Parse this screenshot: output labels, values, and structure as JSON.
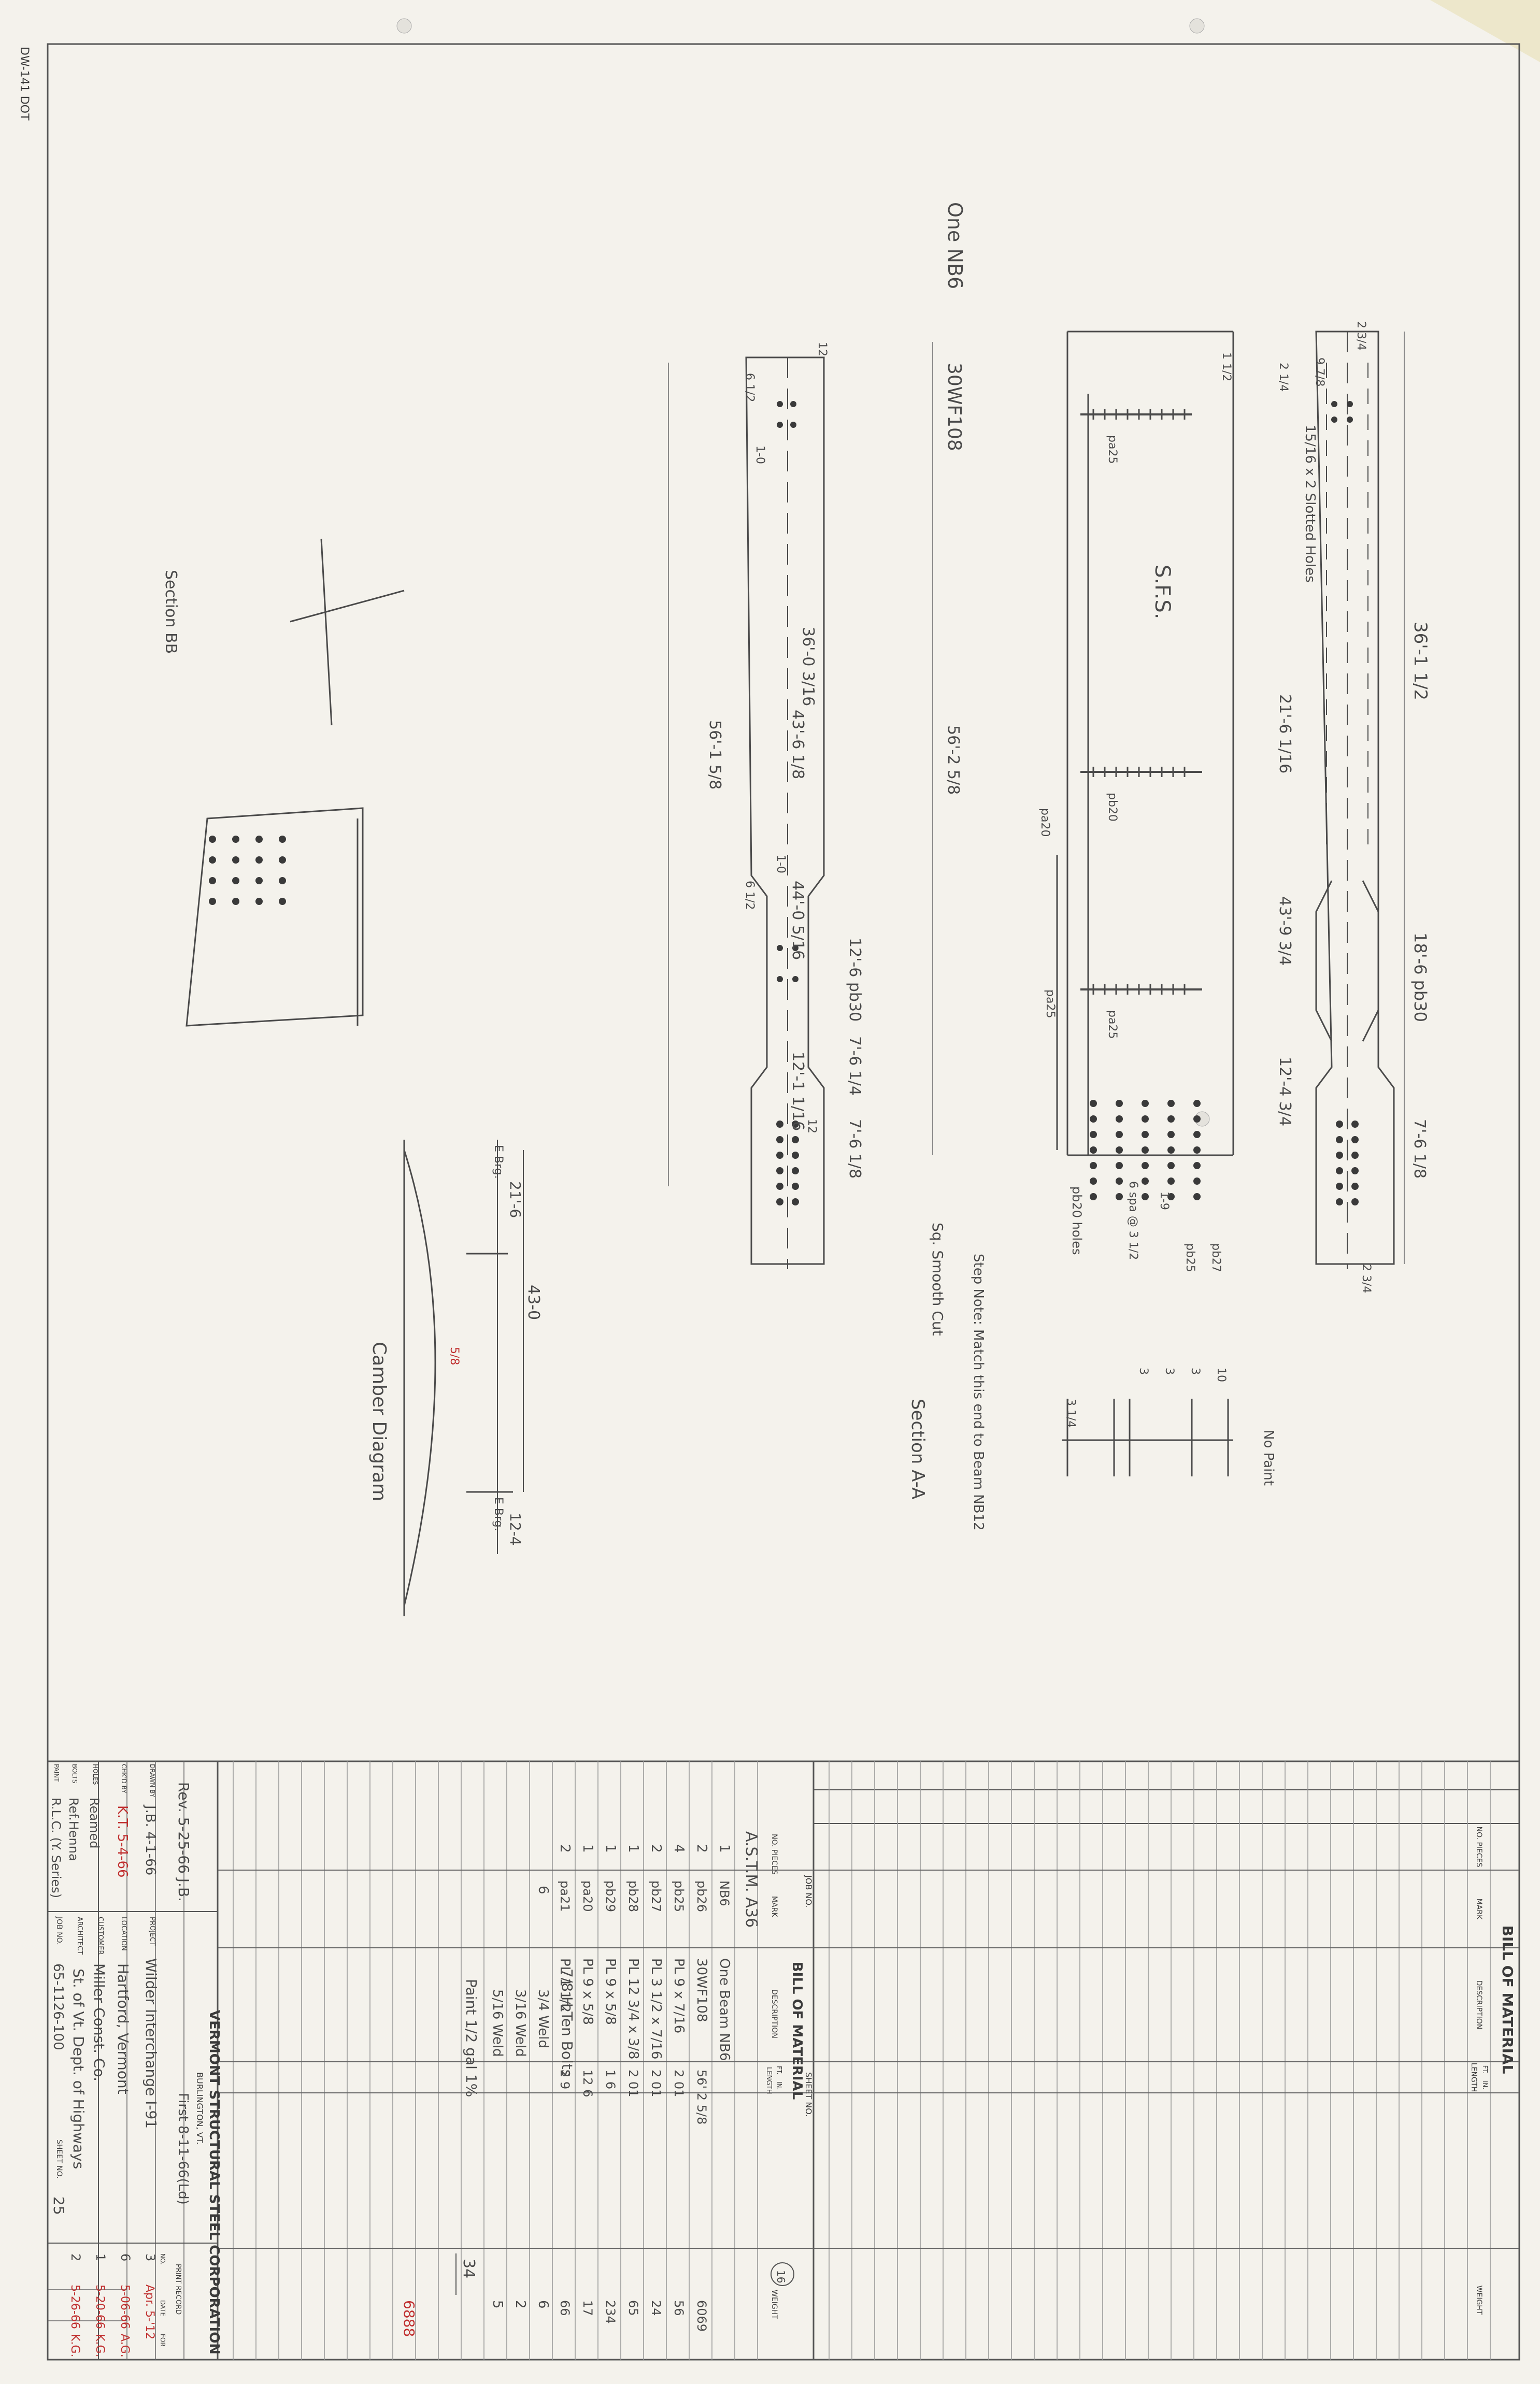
{
  "sheet": {
    "margin_stamp": "DW-141 DOT"
  },
  "title_block": {
    "company": "VERMONT STRUCTURAL STEEL CORPORATION",
    "city": "BURLINGTON, VT.",
    "revision_note": "Rev. 5-25-66 J.B.",
    "first_note": "First 8-11-66(Ld)",
    "print_record": "PRINT RECORD",
    "no_label": "NO.",
    "date_label": "DATE",
    "for_label": "FOR",
    "row_drawn": {
      "label": "DRAWN BY",
      "value": "J.B. 4-1-66"
    },
    "row_checked": {
      "label": "CHK'D BY",
      "value": "K.T. 5-4-66"
    },
    "row_holes": {
      "label": "HOLES",
      "value": "Reamed"
    },
    "row_bolts": {
      "label": "BOLTS",
      "value": "Ref.Henna"
    },
    "row_paint": {
      "label": "PAINT",
      "value": "R.L.C. (Y. Series)"
    },
    "project": {
      "label": "PROJECT",
      "value": "Wilder Interchange I-91"
    },
    "location": {
      "label": "LOCATION",
      "value": "Hartford, Vermont"
    },
    "customer": {
      "label": "CUSTOMER",
      "value": "Miller Const. Co."
    },
    "architect": {
      "label": "ARCHITECT",
      "value": "St. of Vt. Dept. of Highways"
    },
    "job_no": {
      "label": "JOB NO.",
      "value": "65-1126-100"
    },
    "sheet_no": {
      "label": "SHEET NO.",
      "value": "25"
    },
    "prints": [
      {
        "no": "3",
        "date": "Apr. 5-'12",
        "for": ""
      },
      {
        "no": "6",
        "date": "5-06-66",
        "for": "A.G."
      },
      {
        "no": "1",
        "date": "5-20-66",
        "for": "K.G."
      },
      {
        "no": "2",
        "date": "5-26-66",
        "for": "K.G."
      }
    ]
  },
  "bom_left": {
    "title": "BILL OF MATERIAL",
    "job_no_label": "JOB NO.",
    "sheet_no_label": "SHEET NO.",
    "sheet_circle": "16",
    "spec": "A.S.T.M. A36",
    "headers": {
      "no_pieces": "NO. PIECES",
      "mark": "MARK",
      "description": "DESCRIPTION",
      "length": "LENGTH",
      "ft": "FT.",
      "in": "IN.",
      "weight": "WEIGHT"
    },
    "rows": [
      {
        "pcs": "1",
        "mark": "NB6",
        "desc": "One Beam NB6",
        "len": "",
        "weight": ""
      },
      {
        "pcs": "2",
        "mark": "pb26",
        "desc": "30WF108",
        "len": "56' 2 5/8",
        "weight": "6069"
      },
      {
        "pcs": "4",
        "mark": "pb25",
        "desc": "PL 9 x 7/16",
        "len": "2 01",
        "weight": "56"
      },
      {
        "pcs": "2",
        "mark": "pb27",
        "desc": "PL 3 1/2 x 7/16",
        "len": "2 01",
        "weight": "24"
      },
      {
        "pcs": "1",
        "mark": "pb28",
        "desc": "PL 12 3/4 x 3/8",
        "len": "2 01",
        "weight": "65"
      },
      {
        "pcs": "1",
        "mark": "pb29",
        "desc": "PL 9 x 5/8",
        "len": "1 6",
        "weight": "234"
      },
      {
        "pcs": "1",
        "mark": "pa20",
        "desc": "PL 9 x 5/8",
        "len": "12 6",
        "weight": "17"
      },
      {
        "pcs": "2",
        "mark": "pa21",
        "desc": "PL 1 1/2",
        "len": "2 9",
        "weight": "66"
      }
    ],
    "bolt_note": "7/8 H.Ten Bolts",
    "bolt_lines": [
      {
        "qty": "6",
        "desc": "3/4 Weld",
        "weight": "6"
      },
      {
        "qty": "",
        "desc": "3/16 Weld",
        "weight": "2"
      },
      {
        "qty": "",
        "desc": "5/16 Weld",
        "weight": "5"
      }
    ],
    "paint_note": "Paint 1/2 gal 1%",
    "subtotal": "34",
    "total": "6888"
  },
  "bom_right": {
    "title": "BILL OF MATERIAL",
    "headers": {
      "no_pieces": "NO. PIECES",
      "mark": "MARK",
      "description": "DESCRIPTION",
      "length": "LENGTH",
      "ft": "FT.",
      "in": "IN.",
      "weight": "WEIGHT"
    }
  },
  "drawing": {
    "beam_label": "One NB6",
    "section_label": "30WF108",
    "sfs": "S.F.S.",
    "section_aa": "Section A-A",
    "section_bb": "Section BB",
    "camber_title": "Camber Diagram",
    "step_note": "Step Note: Match this end to Beam NB12",
    "slotted": "15/16 x 2 Slotted Holes",
    "sq_cut": "Sq. Smooth Cut",
    "holes_note": "pb20 holes",
    "paint_note": "No Paint",
    "dims_top": [
      "36'-1 1/2",
      "21'-6 1/16",
      "18'-6 pb30",
      "43'-9 3/4",
      "12'-4 3/4",
      "7'-6 1/8"
    ],
    "dims_mid": [
      "36'-0 3/16",
      "43'-6 1/8",
      "44'-0 5/16",
      "12'-6 pb30",
      "7'-6 1/4",
      "12'-1 1/16",
      "7'-6 1/8",
      "56'-1 5/8",
      "56'-2 5/8"
    ],
    "camber": {
      "total": "43-0",
      "left": "21'-6",
      "right": "12-4",
      "brg_left": "E Brg.",
      "brg_right": "E Brg.",
      "mid": "5/8"
    },
    "marks": [
      "pa25",
      "pb20",
      "pa25",
      "pa20",
      "pa25",
      "pb25",
      "pb27",
      "1-0",
      "6 1/2",
      "12",
      "2 3/4",
      "9 7/8",
      "2 1/4",
      "1 1/2",
      "2 3/4",
      "1-0",
      "6 1/2",
      "12",
      "6 spa @ 3 1/2",
      "1-9",
      "3",
      "3",
      "3",
      "10",
      "3 1/4"
    ]
  }
}
